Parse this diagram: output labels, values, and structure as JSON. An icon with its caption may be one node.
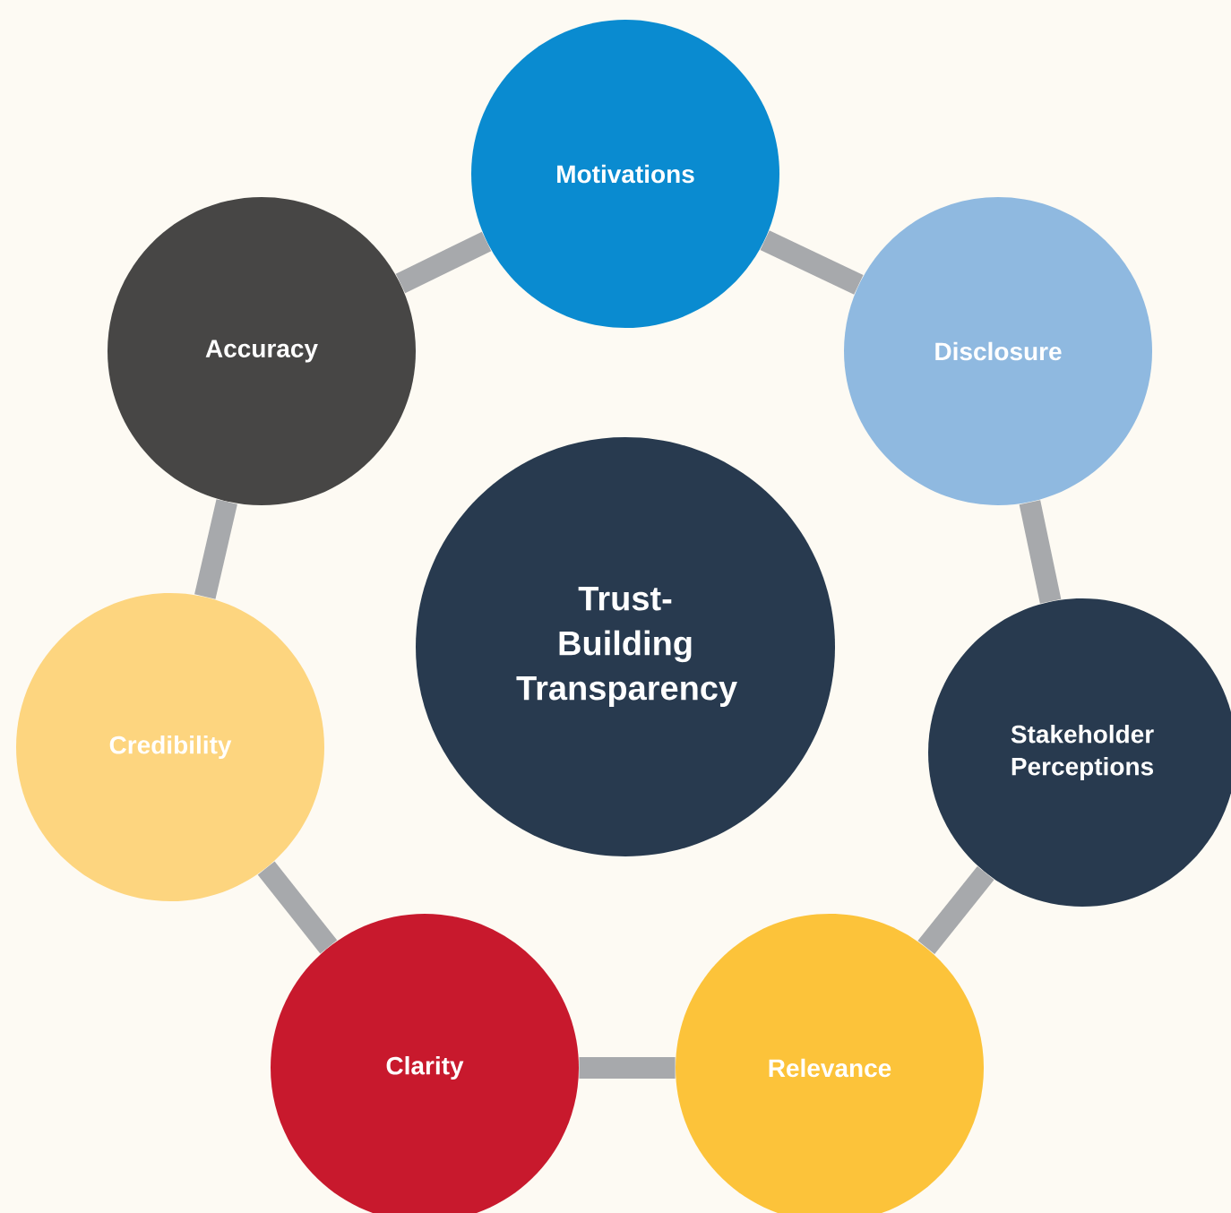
{
  "diagram": {
    "nodes": [
      {
        "text": [
          "Trust-Building Transparency"
        ]
      },
      {
        "text": [
          "Motivations"
        ]
      },
      {
        "text": [
          "Disclosure"
        ]
      },
      {
        "text": [
          "Stakeholder Perceptions"
        ]
      },
      {
        "text": [
          "Relevance"
        ]
      },
      {
        "text": [
          "Clarity"
        ]
      },
      {
        "text": [
          "Credibility"
        ]
      },
      {
        "text": [
          "Accuracy"
        ]
      }
    ],
    "edges": [
      {
        "from": 1,
        "to": 2,
        "arrow": "none"
      },
      {
        "from": 2,
        "to": 3,
        "arrow": "none"
      },
      {
        "from": 3,
        "to": 4,
        "arrow": "none"
      },
      {
        "from": 4,
        "to": 5,
        "arrow": "none"
      },
      {
        "from": 5,
        "to": 6,
        "arrow": "none"
      },
      {
        "from": 6,
        "to": 7,
        "arrow": "none"
      },
      {
        "from": 7,
        "to": 1,
        "arrow": "none"
      }
    ]
  }
}
